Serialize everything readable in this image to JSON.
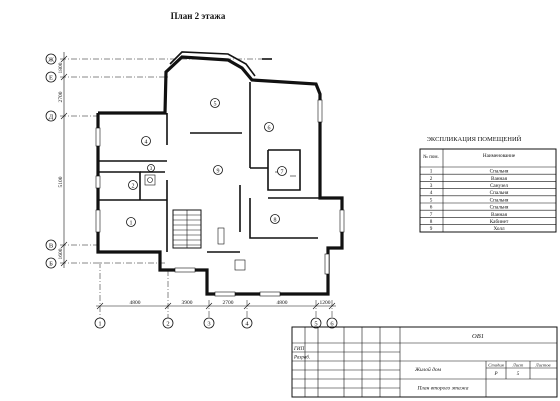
{
  "title": "План 2 этажа",
  "axes_v": [
    "1",
    "2",
    "3",
    "4",
    "5",
    "6"
  ],
  "axes_h": [
    "Ж",
    "Е",
    "Д",
    "В",
    "Б"
  ],
  "dims_bottom": [
    "4800",
    "3900",
    "2700",
    "4800",
    "1200"
  ],
  "dims_left": [
    "1800",
    "2700",
    "5100",
    "1600"
  ],
  "rooms": [
    "1",
    "2",
    "3",
    "4",
    "5",
    "6",
    "7",
    "8",
    "9"
  ],
  "explication": {
    "title": "ЭКСПЛИКАЦИЯ ПОМЕЩЕНИЙ",
    "col_num": "№ пом.",
    "col_name": "Наименование",
    "rows": [
      {
        "num": "1",
        "name": "Спальня"
      },
      {
        "num": "2",
        "name": "Ванная"
      },
      {
        "num": "3",
        "name": "Санузел"
      },
      {
        "num": "4",
        "name": "Спальня"
      },
      {
        "num": "5",
        "name": "Спальня"
      },
      {
        "num": "6",
        "name": "Спальня"
      },
      {
        "num": "7",
        "name": "Ванная"
      },
      {
        "num": "8",
        "name": "Кабинет"
      },
      {
        "num": "9",
        "name": "Холл"
      }
    ]
  },
  "stamp": {
    "code": "ОВ1",
    "gip": "ГИП",
    "razrab": "Разраб.",
    "project": "Жилой дом",
    "sheet_title": "План второго этажа",
    "col_stage": "Стадия",
    "col_sheet": "Лист",
    "col_sheets": "Листов",
    "stage": "Р",
    "sheet_no": "5"
  }
}
